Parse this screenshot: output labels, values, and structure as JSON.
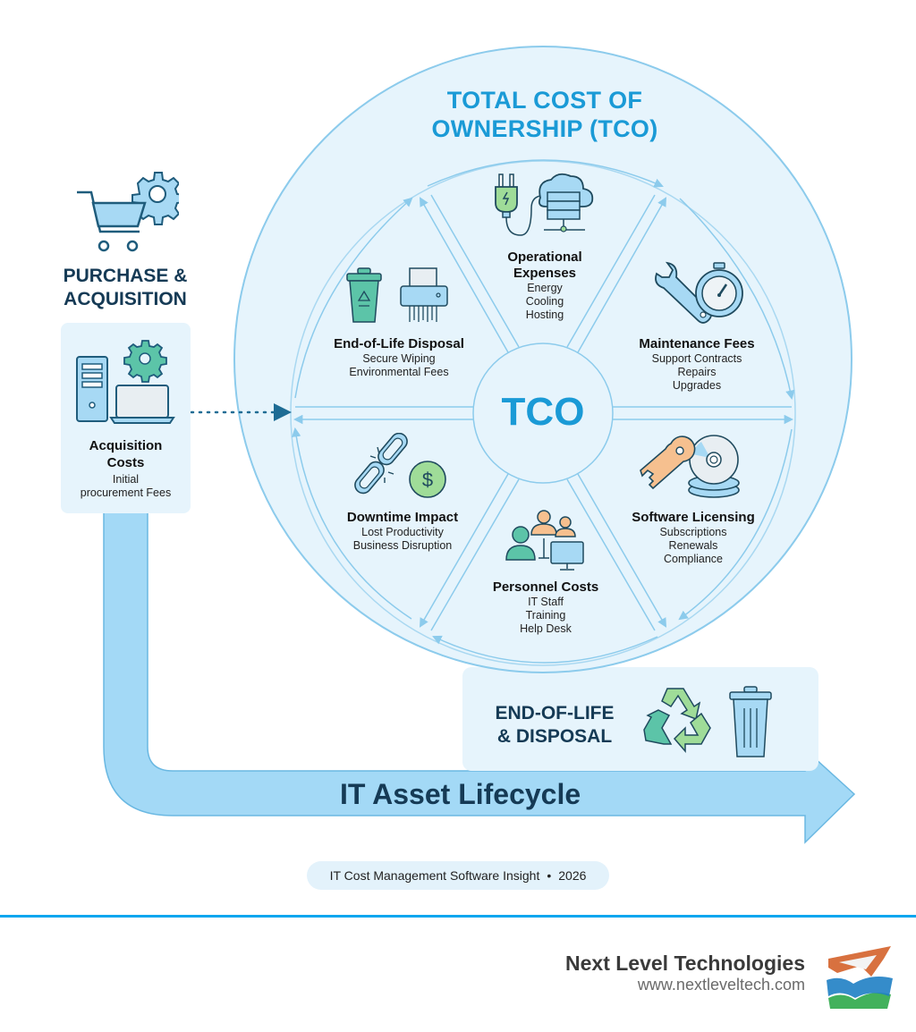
{
  "colors": {
    "accent_blue": "#1a9ad6",
    "dark_navy": "#153a55",
    "light_blue_fill": "#e6f4fc",
    "arrow_blue": "#9fd8f6",
    "footer_line": "#0aa6ef",
    "teal": "#5cc4a8",
    "green": "#9fdc98",
    "peach": "#f6c08f"
  },
  "purchase": {
    "title_line1": "PURCHASE &",
    "title_line2": "ACQUISITION",
    "icon": "cart-gear-icon"
  },
  "acquisition_card": {
    "title_line1": "Acquisition",
    "title_line2": "Costs",
    "sub_line1": "Initial",
    "sub_line2": "procurement Fees",
    "icon": "computer-laptop-gear-icon"
  },
  "tco": {
    "title_line1": "TOTAL COST OF",
    "title_line2": "OWNERSHIP (TCO)",
    "center_label": "TCO",
    "segments": [
      {
        "id": "operational",
        "title_line1": "Operational",
        "title_line2": "Expenses",
        "items": [
          "Energy",
          "Cooling",
          "Hosting"
        ],
        "icon": "plug-cloud-server-icon"
      },
      {
        "id": "maintenance",
        "title_line1": "Maintenance Fees",
        "title_line2": "",
        "items": [
          "Support Contracts",
          "Repairs",
          "Upgrades"
        ],
        "icon": "wrench-stopwatch-icon"
      },
      {
        "id": "software",
        "title_line1": "Software Licensing",
        "title_line2": "",
        "items": [
          "Subscriptions",
          "Renewals",
          "Compliance"
        ],
        "icon": "key-disc-icon"
      },
      {
        "id": "personnel",
        "title_line1": "Personnel Costs",
        "title_line2": "",
        "items": [
          "IT Staff",
          "Training",
          "Help Desk"
        ],
        "icon": "people-monitor-icon"
      },
      {
        "id": "downtime",
        "title_line1": "Downtime Impact",
        "title_line2": "",
        "items": [
          "Lost Productivity",
          "Business Disruption"
        ],
        "icon": "broken-chain-dollar-icon"
      },
      {
        "id": "eol",
        "title_line1": "End-of-Life Disposal",
        "title_line2": "",
        "items": [
          "Secure Wiping",
          "Environmental Fees"
        ],
        "icon": "recycle-bin-shredder-icon"
      }
    ]
  },
  "end_of_life": {
    "title_line1": "END-OF-LIFE",
    "title_line2": "& DISPOSAL",
    "icon": "recycle-trash-icon"
  },
  "lifecycle": {
    "label": "IT Asset Lifecycle"
  },
  "caption": {
    "text": "IT Cost Management Software Insight",
    "separator": "•",
    "year": "2026"
  },
  "brand": {
    "name": "Next Level Technologies",
    "url": "www.nextleveltech.com",
    "logo": "next-level-logo-icon"
  }
}
